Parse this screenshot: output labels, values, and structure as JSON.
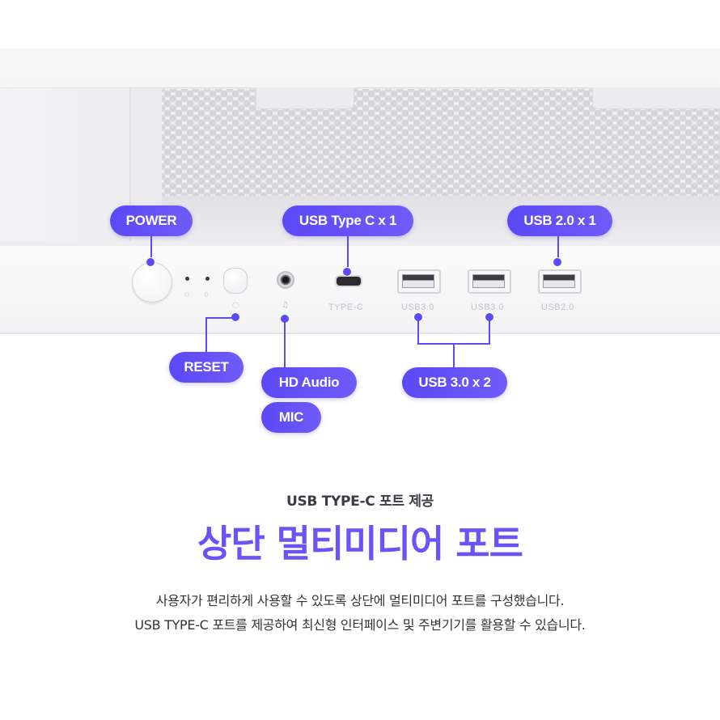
{
  "callouts": {
    "power": "POWER",
    "usb_type_c": "USB Type C x 1",
    "usb_20": "USB 2.0 x 1",
    "reset": "RESET",
    "hd_audio": "HD Audio",
    "mic": "MIC",
    "usb_30": "USB 3.0 x 2"
  },
  "port_labels": {
    "type_c": "TYPE-C",
    "usb3_a": "USB3.0",
    "usb3_b": "USB3.0",
    "usb2": "USB2.0"
  },
  "text": {
    "subtitle": "USB TYPE-C 포트 제공",
    "headline": "상단 멀티미디어 포트",
    "desc_line1": "사용자가 편리하게 사용할 수 있도록 상단에 멀티미디어 포트를 구성했습니다.",
    "desc_line2": "USB TYPE-C 포트를 제공하여 최신형 인터페이스 및 주변기기를 활용할 수 있습니다."
  },
  "colors": {
    "accent": "#5b4bf4",
    "headline": "#6a54f5",
    "text": "#333338"
  }
}
